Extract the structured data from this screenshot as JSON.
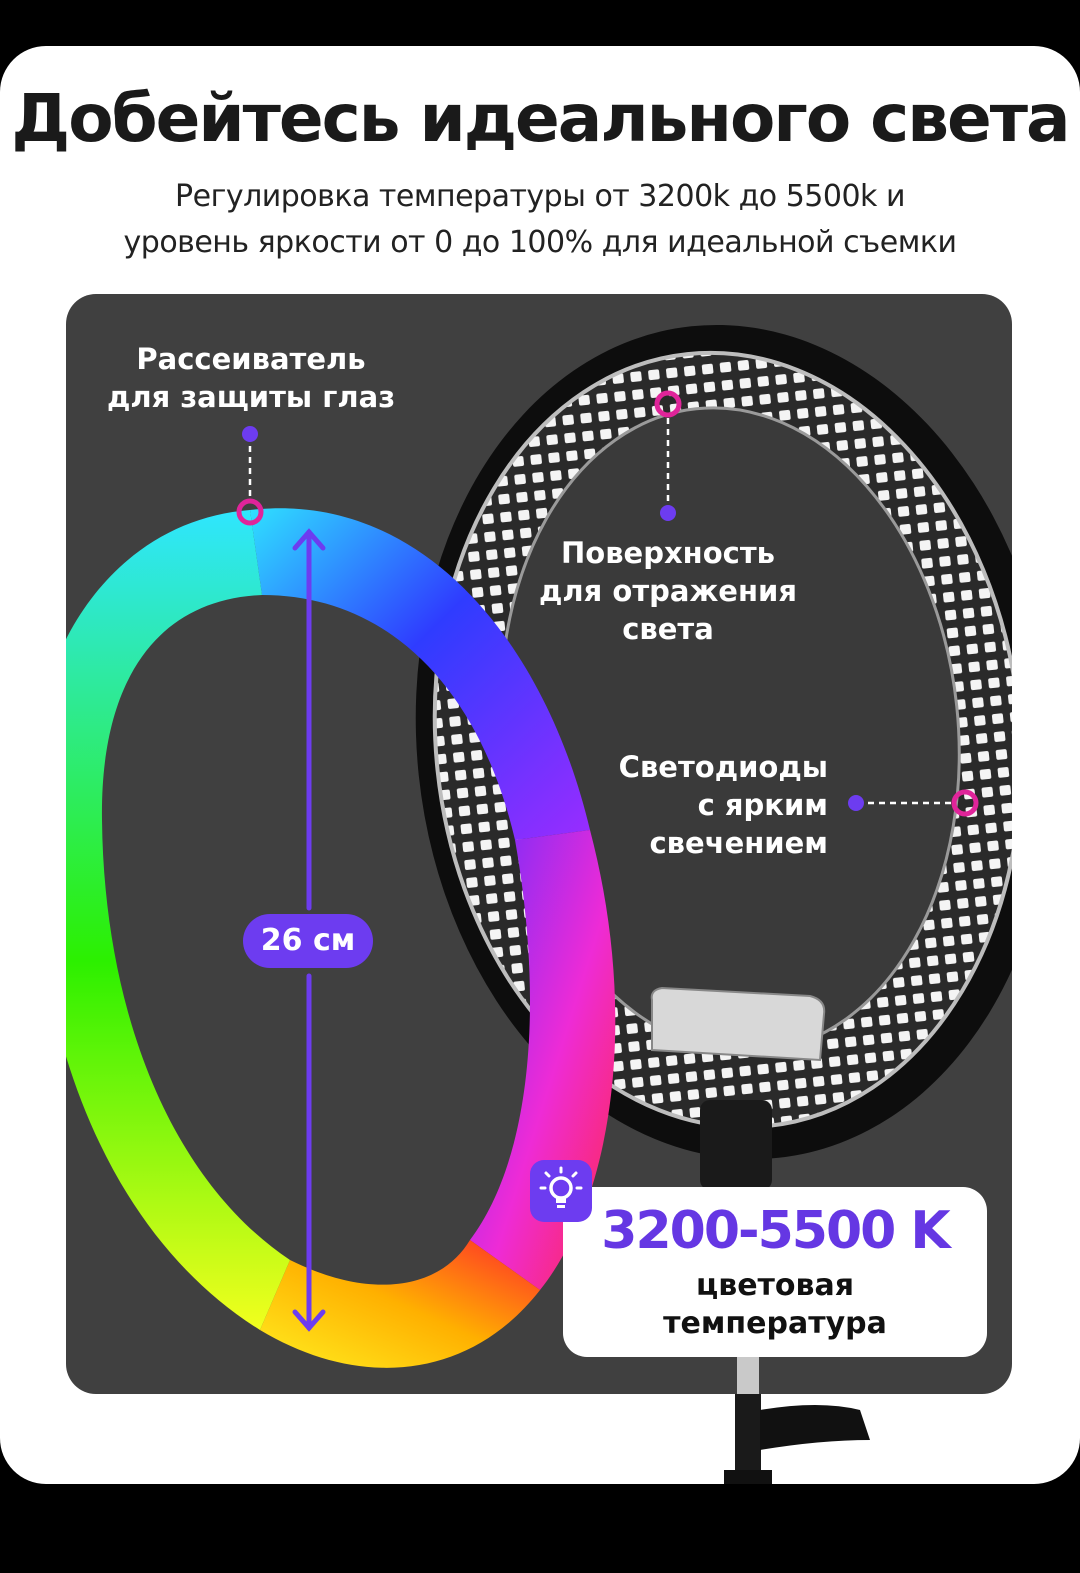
{
  "header": {
    "title": "Добейтесь идеального света",
    "subtitle_lines": [
      "Регулировка температуры от 3200k до 5500k и",
      "уровень яркости от 0 до 100% для идеальной съемки"
    ]
  },
  "callouts": {
    "diffuser": [
      "Рассеиватель",
      "для защиты глаз"
    ],
    "surface": [
      "Поверхность",
      "для отражения",
      "света"
    ],
    "leds": [
      "Светодиоды",
      "с ярким",
      "свечением"
    ]
  },
  "dimension": {
    "label": "26 см"
  },
  "temperature": {
    "value": "3200-5500 K",
    "caption_lines": [
      "цветовая",
      "температура"
    ]
  },
  "colors": {
    "accent": "#6d3cf0",
    "marker": "#e0249a",
    "panel": "#404040",
    "text_dark": "#1a1a1a"
  },
  "icons": {
    "temperature_badge": "lightbulb-icon"
  }
}
